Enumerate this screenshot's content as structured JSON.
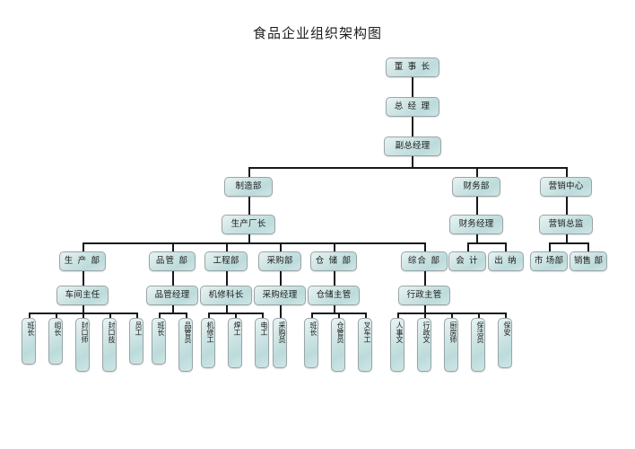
{
  "title": "食品企业组织架构图",
  "colors": {
    "node_fill_light": "#e8f3f3",
    "node_fill_mid": "#cfe5e4",
    "node_fill_dark": "#bcdbdb",
    "node_border": "#9aa5a8",
    "line": "#15191c",
    "text": "#1a1a1a",
    "background": "#ffffff"
  },
  "chart_data": {
    "type": "diagram",
    "diagram_type": "organization-chart",
    "title": "食品企业组织架构图",
    "orientation": "top-down",
    "levels": 7,
    "nodes": [
      {
        "id": "n1",
        "label": "董 事 长",
        "level": 1,
        "parent": null
      },
      {
        "id": "n2",
        "label": "总 经 理",
        "level": 2,
        "parent": "n1"
      },
      {
        "id": "n3",
        "label": "副总经理",
        "level": 3,
        "parent": "n2"
      },
      {
        "id": "n4",
        "label": "制造部",
        "level": 4,
        "parent": "n3"
      },
      {
        "id": "n5",
        "label": "财务部",
        "level": 4,
        "parent": "n3"
      },
      {
        "id": "n6",
        "label": "营销中心",
        "level": 4,
        "parent": "n3"
      },
      {
        "id": "n7",
        "label": "生产厂长",
        "level": 5,
        "parent": "n4"
      },
      {
        "id": "n8",
        "label": "财务经理",
        "level": 5,
        "parent": "n5"
      },
      {
        "id": "n9",
        "label": "营销总监",
        "level": 5,
        "parent": "n6"
      },
      {
        "id": "n10",
        "label": "生 产 部",
        "level": 6,
        "parent": "n7"
      },
      {
        "id": "n11",
        "label": "品管  部",
        "level": 6,
        "parent": "n7"
      },
      {
        "id": "n12",
        "label": "工程部",
        "level": 6,
        "parent": "n7"
      },
      {
        "id": "n13",
        "label": "采购部",
        "level": 6,
        "parent": "n7"
      },
      {
        "id": "n14",
        "label": "仓 储 部",
        "level": 6,
        "parent": "n7"
      },
      {
        "id": "n15",
        "label": "综合  部",
        "level": 6,
        "parent": "n7"
      },
      {
        "id": "n16",
        "label": "会  计",
        "level": 6,
        "parent": "n8"
      },
      {
        "id": "n17",
        "label": "出  纳",
        "level": 6,
        "parent": "n8"
      },
      {
        "id": "n18",
        "label": "市 场部",
        "level": 6,
        "parent": "n9"
      },
      {
        "id": "n19",
        "label": "销售  部",
        "level": 6,
        "parent": "n9"
      },
      {
        "id": "n20",
        "label": "车间主任",
        "level": 7,
        "parent": "n10"
      },
      {
        "id": "n21",
        "label": "品管经理",
        "level": 7,
        "parent": "n11"
      },
      {
        "id": "n22",
        "label": "机修科长",
        "level": 7,
        "parent": "n12"
      },
      {
        "id": "n23",
        "label": "采购经理",
        "level": 7,
        "parent": "n13"
      },
      {
        "id": "n24",
        "label": "仓储主管",
        "level": 7,
        "parent": "n14"
      },
      {
        "id": "n25",
        "label": "行政主管",
        "level": 7,
        "parent": "n15"
      },
      {
        "id": "n26",
        "label": "班长",
        "level": 8,
        "parent": "n20",
        "vertical": true
      },
      {
        "id": "n27",
        "label": "组长",
        "level": 8,
        "parent": "n20",
        "vertical": true
      },
      {
        "id": "n28",
        "label": "封口师",
        "level": 8,
        "parent": "n20",
        "vertical": true
      },
      {
        "id": "n29",
        "label": "封口技",
        "level": 8,
        "parent": "n20",
        "vertical": true
      },
      {
        "id": "n30",
        "label": "员工",
        "level": 8,
        "parent": "n20",
        "vertical": true
      },
      {
        "id": "n31",
        "label": "班长",
        "level": 8,
        "parent": "n21",
        "vertical": true
      },
      {
        "id": "n32",
        "label": "品管员",
        "level": 8,
        "parent": "n21",
        "vertical": true
      },
      {
        "id": "n33",
        "label": "机修工",
        "level": 8,
        "parent": "n22",
        "vertical": true
      },
      {
        "id": "n34",
        "label": "焊工",
        "level": 8,
        "parent": "n22",
        "vertical": true
      },
      {
        "id": "n35",
        "label": "电工",
        "level": 8,
        "parent": "n22",
        "vertical": true
      },
      {
        "id": "n36",
        "label": "采购员",
        "level": 8,
        "parent": "n23",
        "vertical": true
      },
      {
        "id": "n37",
        "label": "班长",
        "level": 8,
        "parent": "n24",
        "vertical": true
      },
      {
        "id": "n38",
        "label": "仓管员",
        "level": 8,
        "parent": "n24",
        "vertical": true
      },
      {
        "id": "n39",
        "label": "叉车工",
        "level": 8,
        "parent": "n24",
        "vertical": true
      },
      {
        "id": "n40",
        "label": "人事文",
        "level": 8,
        "parent": "n25",
        "vertical": true
      },
      {
        "id": "n41",
        "label": "行政文",
        "level": 8,
        "parent": "n25",
        "vertical": true
      },
      {
        "id": "n42",
        "label": "厨房师",
        "level": 8,
        "parent": "n25",
        "vertical": true
      },
      {
        "id": "n43",
        "label": "保洁员",
        "level": 8,
        "parent": "n25",
        "vertical": true
      },
      {
        "id": "n44",
        "label": "保安",
        "level": 8,
        "parent": "n25",
        "vertical": true
      }
    ]
  }
}
